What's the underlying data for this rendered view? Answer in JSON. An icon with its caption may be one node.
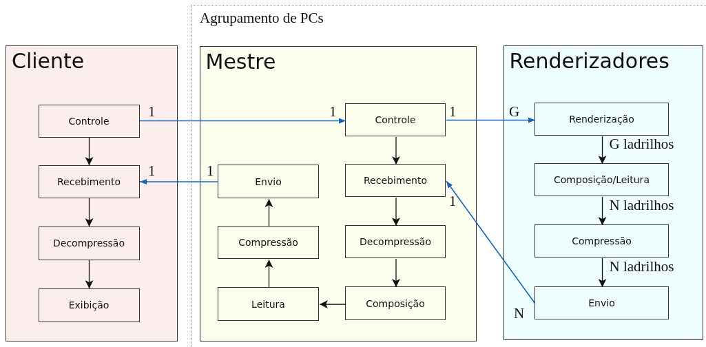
{
  "diagram": {
    "nodes": [
      {
        "text": [
          "Cliente"
        ]
      },
      {
        "text": [
          "Controle"
        ],
        "in": 0,
        "beside": [
          "1"
        ]
      },
      {
        "text": [
          "Recebimento"
        ],
        "in": 0,
        "beside": [
          "1"
        ]
      },
      {
        "text": [
          "Decompressão"
        ],
        "in": 0
      },
      {
        "text": [
          "Exibição"
        ],
        "in": 0
      },
      {
        "text": [
          "Agrupamento de PCs"
        ]
      },
      {
        "text": [
          "Mestre"
        ],
        "in": 5
      },
      {
        "text": [
          "Controle"
        ],
        "in": 6,
        "beside": [
          "1",
          "1"
        ]
      },
      {
        "text": [
          "Envio"
        ],
        "in": 6,
        "beside": [
          "1"
        ]
      },
      {
        "text": [
          "Recebimento"
        ],
        "in": 6,
        "beside": [
          "1"
        ]
      },
      {
        "text": [
          "Compressão"
        ],
        "in": 6
      },
      {
        "text": [
          "Decompressão"
        ],
        "in": 6
      },
      {
        "text": [
          "Leitura"
        ],
        "in": 6
      },
      {
        "text": [
          "Composição"
        ],
        "in": 6
      },
      {
        "text": [
          "Renderizadores"
        ],
        "in": 5
      },
      {
        "text": [
          "Renderização"
        ],
        "in": 14,
        "beside": [
          "G"
        ]
      },
      {
        "text": [
          "Composição/Leitura"
        ],
        "in": 14
      },
      {
        "text": [
          "Compressão"
        ],
        "in": 14
      },
      {
        "text": [
          "Envio"
        ],
        "in": 14,
        "beside": [
          "N"
        ]
      }
    ],
    "edges": [
      {
        "from": 1,
        "to": 2,
        "arrow": "to"
      },
      {
        "from": 2,
        "to": 3,
        "arrow": "to"
      },
      {
        "from": 3,
        "to": 4,
        "arrow": "to"
      },
      {
        "from": 1,
        "to": 7,
        "arrow": "to",
        "color": "#1565c0"
      },
      {
        "from": 7,
        "to": 15,
        "arrow": "to",
        "color": "#1565c0"
      },
      {
        "from": 7,
        "to": 9,
        "arrow": "to"
      },
      {
        "from": 9,
        "to": 11,
        "arrow": "to"
      },
      {
        "from": 11,
        "to": 13,
        "arrow": "to"
      },
      {
        "from": 13,
        "to": 12,
        "arrow": "to"
      },
      {
        "from": 12,
        "to": 10,
        "arrow": "to"
      },
      {
        "from": 10,
        "to": 8,
        "arrow": "to"
      },
      {
        "from": 8,
        "to": 2,
        "arrow": "to",
        "color": "#1565c0"
      },
      {
        "from": 15,
        "to": 16,
        "arrow": "to",
        "label": "G ladrilhos"
      },
      {
        "from": 16,
        "to": 17,
        "arrow": "to",
        "label": "N ladrilhos"
      },
      {
        "from": 17,
        "to": 18,
        "arrow": "to",
        "label": "N ladrilhos"
      },
      {
        "from": 18,
        "to": 9,
        "arrow": "to",
        "color": "#1565c0"
      }
    ]
  }
}
